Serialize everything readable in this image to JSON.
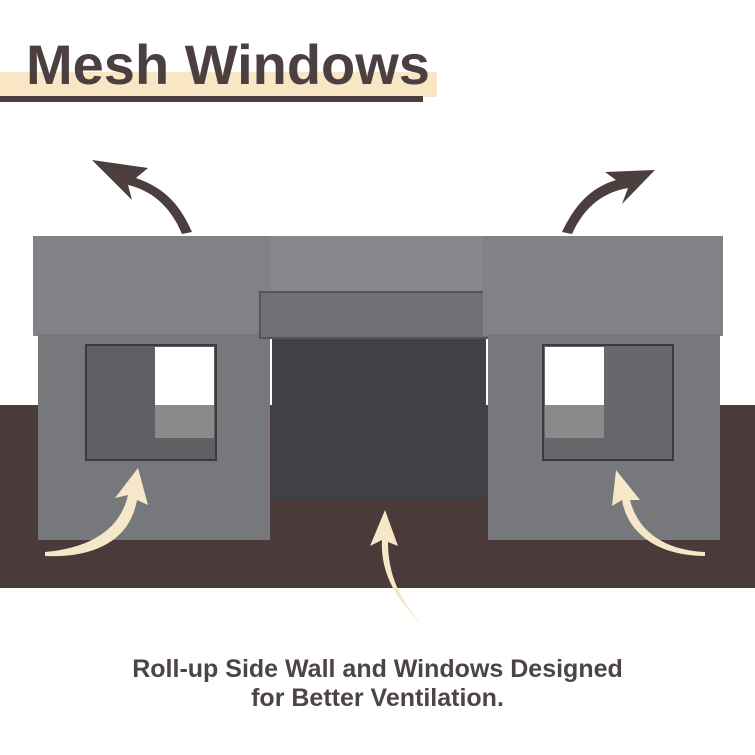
{
  "heading": "Mesh Windows",
  "caption": {
    "line1": "Roll-up Side Wall and Windows Designed",
    "line2": "for Better Ventilation."
  },
  "colors": {
    "accent_dark": "#4b3e3e",
    "highlight": "#f8e6c4",
    "floor": "#4a3a3a",
    "tent": "#7b7d80",
    "arrow_light": "#f6e7c9"
  }
}
